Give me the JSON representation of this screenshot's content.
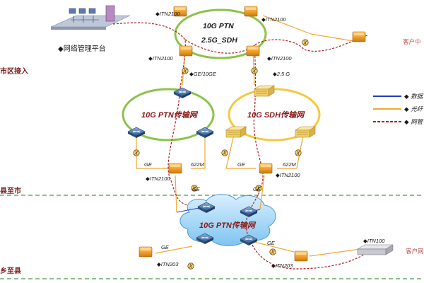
{
  "management": {
    "label": "◆网络管理平台"
  },
  "zones": {
    "city": "市区接入",
    "county": "县至市",
    "town": "乡至县"
  },
  "rings": {
    "core_line1": "10G PTN",
    "core_line2": "2.5G_SDH",
    "ptn_left": "10G  PTN传输网",
    "sdh_right": "10G  SDH传输网",
    "ptn_cloud": "10G  PTN传输网"
  },
  "device_labels": {
    "itn2100_top_left": "◆ITN2100",
    "itn2100_top_right": "◆ITN2100",
    "itn2100_mid_left": "◆ITN2100",
    "itn2100_mid_right": "◆ITN2100",
    "itn2100_bottom_left": "◆ITN2100",
    "itn2100_bottom_right": "◆ITN2100",
    "itn203_left": "◆ITN203",
    "itn203_right": "◆ITN203",
    "itn100": "◆ITN100"
  },
  "link_labels": {
    "ge_10ge": "◆GE/10GE",
    "g25": "◆2.5 G",
    "ge_left": "GE",
    "m622_left": "622M",
    "ge_mid": "GE",
    "m622_right": "622M",
    "ge_low_left": "GE",
    "ge_low_right": "GE",
    "ge_bottom_left": "GE",
    "ge_bottom_right": "GE"
  },
  "customers": {
    "top_right": "客户中",
    "bottom_right": "客户网"
  },
  "legend": {
    "items": [
      {
        "label": "◆ 数据",
        "color": "#1f3fbf",
        "style": "solid"
      },
      {
        "label": "◆ 光纤",
        "color": "#f0a830",
        "style": "solid"
      },
      {
        "label": "◆ 网管",
        "color": "#b01c1c",
        "style": "dashed"
      }
    ]
  },
  "colors": {
    "zone_line": "#4a9a4a",
    "fiber": "#f0a830",
    "data": "#1f3fbf",
    "mgmt": "#b01c1c",
    "device": "#f2a22c",
    "ring_green": "#8bc34a",
    "ring_yellow": "#f5c842"
  }
}
